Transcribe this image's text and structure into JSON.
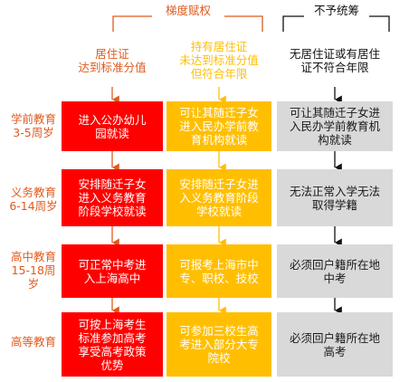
{
  "groups": {
    "gradient": {
      "title": "梯度赋权",
      "color": "#e05a1c"
    },
    "none": {
      "title": "不予统筹",
      "color": "#111111"
    }
  },
  "columns": [
    {
      "heading": "居住证\n达到标准分值",
      "color": "#e05a1c"
    },
    {
      "heading": "持有居住证\n未达到标准分值\n但符合年限",
      "color": "#ffbf00"
    },
    {
      "heading": "无居住证或有居住\n证不符合年限",
      "color": "#111111"
    }
  ],
  "rows": [
    {
      "label": "学前教育\n3-5周岁"
    },
    {
      "label": "义务教育\n6-14周岁"
    },
    {
      "label": "高中教育\n15-18周\n岁"
    },
    {
      "label": "高等教育"
    }
  ],
  "cells": [
    [
      "进入公办幼儿\n园就读",
      "可让其随迁子女\n进入民办学前教\n育机构就读",
      "可让其随迁子女进\n入民办学前教育机\n构就读"
    ],
    [
      "安排随迁子女\n进入义务教育\n阶段学校就读",
      "安排随迁子女进\n入义务教育阶段\n学校就读",
      "无法正常入学无法\n取得学籍"
    ],
    [
      "可正常中考进\n入上海高中",
      "可报考上海市中\n专、职校、技校",
      "必须回户籍所在地\n中考"
    ],
    [
      "可按上海考生\n标准参加高考\n享受高考政策\n优势",
      "可参加三校生高\n考进入部分大专\n院校",
      "必须回户籍所在地\n高考"
    ]
  ],
  "colors": {
    "red": "#ff0000",
    "gold": "#ffbf00",
    "gray": "#d9d9d9",
    "label_orange": "#e05a1c"
  }
}
